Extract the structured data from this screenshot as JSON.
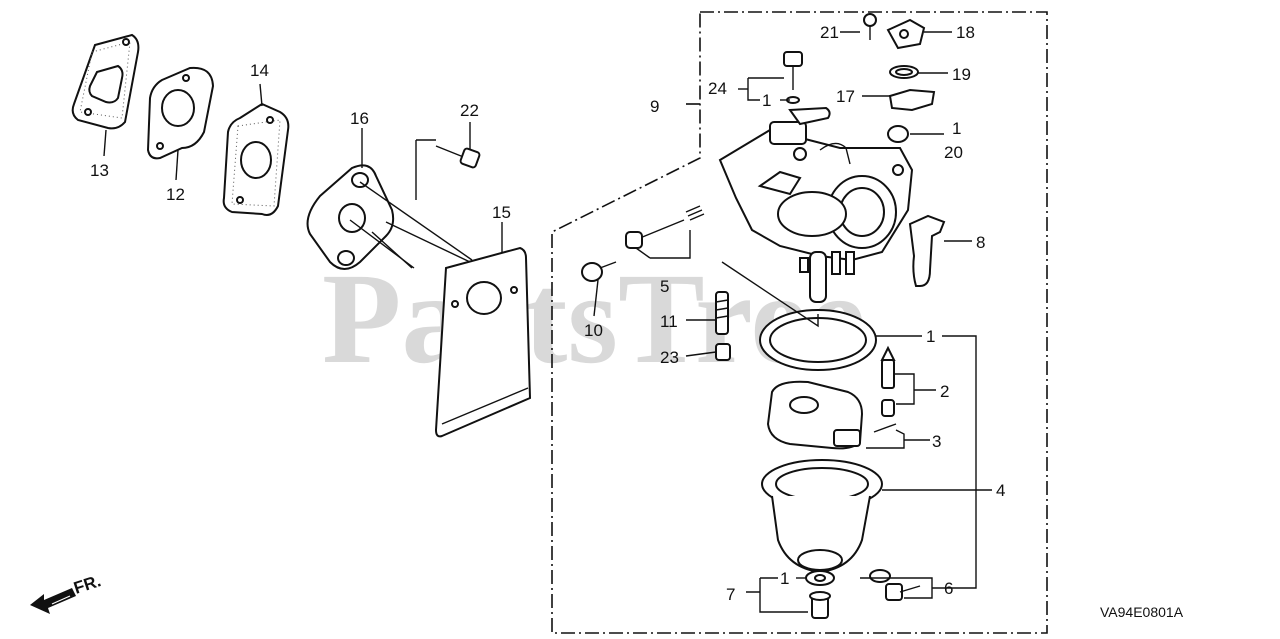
{
  "watermark": "PartsTree",
  "diagram_code": "VA94E0801A",
  "front_marker": "FR.",
  "callouts": {
    "c1a": "1",
    "c1b": "1",
    "c1c": "1",
    "c1d": "1",
    "c2": "2",
    "c3": "3",
    "c4": "4",
    "c5": "5",
    "c6": "6",
    "c7": "7",
    "c8": "8",
    "c9": "9",
    "c10": "10",
    "c11": "11",
    "c12": "12",
    "c13": "13",
    "c14": "14",
    "c15": "15",
    "c16": "16",
    "c17": "17",
    "c18": "18",
    "c19": "19",
    "c20": "20",
    "c21": "21",
    "c22": "22",
    "c23": "23",
    "c24": "24"
  }
}
